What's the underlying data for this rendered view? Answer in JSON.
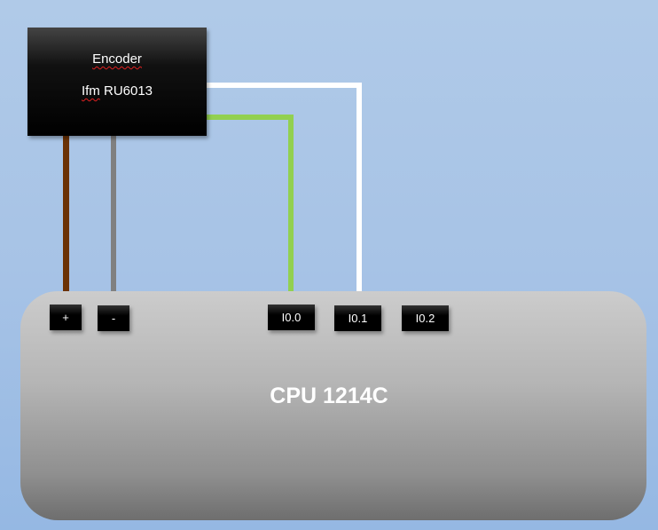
{
  "encoder": {
    "line1": "Encoder",
    "line2_part1": "Ifm",
    "line2_part2": " RU6013"
  },
  "cpu": {
    "label": "CPU 1214C"
  },
  "terminals": [
    {
      "label": "+"
    },
    {
      "label": "-"
    },
    {
      "label": "I0.0"
    },
    {
      "label": "I0.1"
    },
    {
      "label": "I0.2"
    }
  ],
  "wires": [
    {
      "name": "positive",
      "color": "#6b3205"
    },
    {
      "name": "negative",
      "color": "#808080"
    },
    {
      "name": "channel-a",
      "color": "#92d050"
    },
    {
      "name": "channel-b",
      "color": "#ffffff"
    }
  ],
  "colors": {
    "background": "#a7c3e6",
    "encoder_box": "#000000",
    "cpu_body_top": "#cccccc",
    "cpu_body_bottom": "#6e6e6e"
  }
}
